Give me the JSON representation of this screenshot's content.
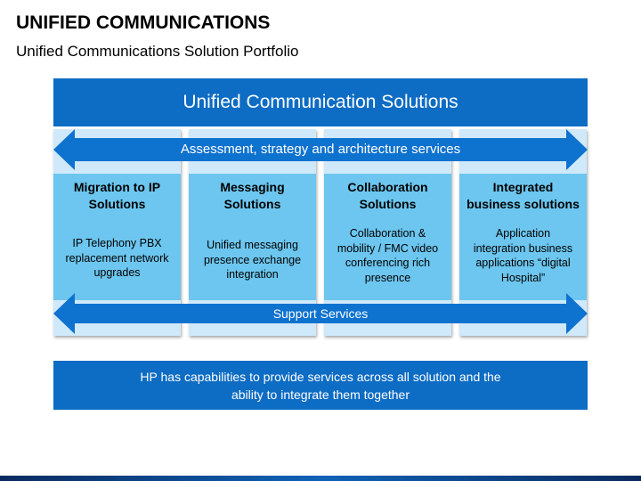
{
  "title": "UNIFIED COMMUNICATIONS",
  "subtitle": "Unified Communications Solution Portfolio",
  "header": "Unified Communication Solutions",
  "top_arrow": "Assessment, strategy and architecture services",
  "bottom_arrow": "Support Services",
  "columns": [
    {
      "title": [
        "Migration to IP",
        "Solutions"
      ],
      "desc": [
        "IP Telephony PBX",
        "replacement network",
        "upgrades"
      ]
    },
    {
      "title": [
        "Messaging",
        "Solutions"
      ],
      "desc": [
        "Unified messaging",
        "presence exchange",
        "integration"
      ]
    },
    {
      "title": [
        "Collaboration",
        "Solutions"
      ],
      "desc": [
        "Collaboration &",
        "mobility / FMC video",
        "conferencing rich",
        "presence"
      ]
    },
    {
      "title": [
        "Integrated",
        "business solutions"
      ],
      "desc": [
        "Application",
        "integration business",
        "applications “digital",
        "Hospital”"
      ]
    }
  ],
  "footer": [
    "HP has capabilities to provide services across all solution and the",
    "ability to integrate them together"
  ],
  "colors": {
    "primary": "#0d6cc4",
    "column_light": "#cfe9fb",
    "column_mid": "#6cc6ef",
    "arrow": "#0e72cf"
  }
}
